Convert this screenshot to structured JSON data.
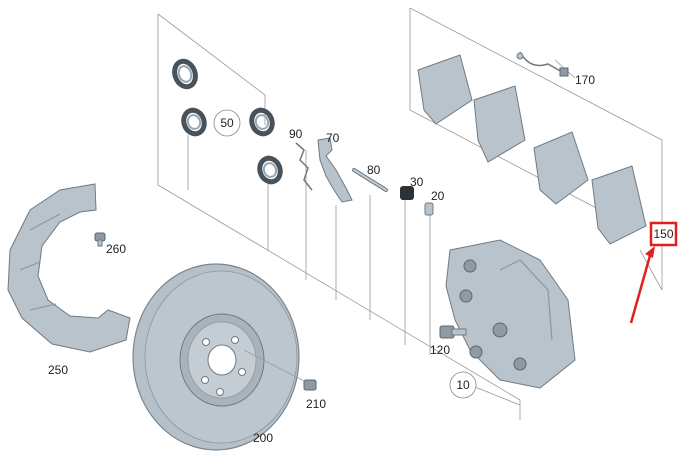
{
  "callouts": {
    "p10": "10",
    "p20": "20",
    "p30": "30",
    "p50": "50",
    "p70": "70",
    "p80": "80",
    "p90": "90",
    "p120": "120",
    "p150": "150",
    "p170": "170",
    "p200": "200",
    "p210": "210",
    "p250": "250",
    "p260": "260"
  },
  "colors": {
    "highlight": "#e02020",
    "part_fill": "#b9c3cb",
    "part_outline": "#6f7a83",
    "leader_line": "#9a9a9a"
  }
}
